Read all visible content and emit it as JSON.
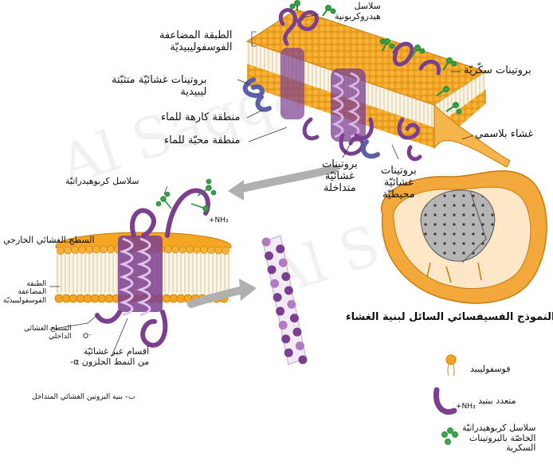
{
  "watermark": "Al Saqqa",
  "panel_a": {
    "caption": "أ– النموذج الفسيفسائي السائل لبنية الغشاء",
    "labels": {
      "hydrocarbon_chains": "سلاسل\nهيدروكربونية",
      "phospholipid_bilayer": "الطبقة المضاعفة\nالفوسفوليبيديّة",
      "lipid_anchored_proteins": "بروتينات غشائيّة متثبّتة\nليبيدية",
      "hydrophobic_region": "منطقة كارهة للماء",
      "hydrophilic_region": "منطقة محبّة للماء",
      "glycoproteins": "بروتينات سكّريّة",
      "plasma_membrane": "غشاء بلاسمي",
      "integral_proteins": "بروتينات\nغشائيّة\nمتداخلة",
      "peripheral_proteins": "بروتينات\nغشائيّة\nمحيطيّة"
    }
  },
  "panel_b": {
    "caption": "ب– بنية البروتين الغشائي المتداخل",
    "labels": {
      "carbohydrate_chains": "سلاسل كربوهيدراتيّة",
      "nh3": "+NH₃",
      "outer_surface": "السطح الغشائي الخارجي",
      "bilayer": "الطبقة\nالمضاعفة\nالفوسفوليبيديّة",
      "inner_surface": "السطح الغشائي\nالداخلي",
      "o_minus": "O⁻",
      "transmembrane": "أقسام عبر غشائيّة\nمن النمط الحلزون α-"
    }
  },
  "legend": [
    {
      "icon": "phospholipid-icon",
      "label": "فوسفوليبيد"
    },
    {
      "icon": "polypeptide-icon",
      "label": "متعدد ببتيد",
      "tag": "+NH₃"
    },
    {
      "icon": "carbohydrate-chain-icon",
      "label": "سلاسل كربوهيدراتيّة\nالخاصّة بالبروتينات\nالسكرية"
    }
  ],
  "colors": {
    "head": "#f4a623",
    "head_dark": "#c87a0a",
    "tail": "#e8dcc0",
    "protein": "#7b3f8f",
    "protein_light": "#b07ac4",
    "sugar": "#2f8f3e",
    "arrow": "#a9a9a9",
    "cell": "#f2a83a",
    "nucleus": "#9a9a9a"
  }
}
